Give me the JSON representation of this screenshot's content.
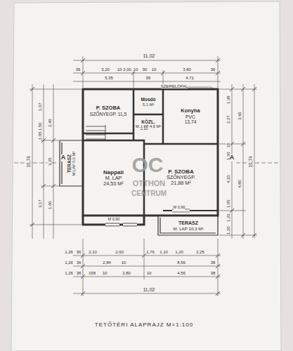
{
  "diagram": {
    "caption": "TETŐTÉRI ALAPRAJZ M=1:100",
    "nodes": [
      {
        "text": [
          "P. SZOBA",
          "SZŐNYEGP. 11,5"
        ]
      },
      {
        "text": [
          "Mosdó",
          "5,1 M²"
        ]
      },
      {
        "text": [
          "KÖZL.",
          "M. LAP 4,6 M²"
        ]
      },
      {
        "text": [
          "Konyha",
          "PVC",
          "13,74"
        ]
      },
      {
        "text": [
          "TERASZ",
          "M.LAP 5,0 M²"
        ]
      },
      {
        "text": [
          "Nappali",
          "M. LAP",
          "24,53 M²"
        ]
      },
      {
        "text": [
          "P. SZOBA",
          "SZŐNYEGP.",
          "21,88 M²"
        ]
      },
      {
        "text": [
          "TERASZ",
          "M. LAP 10,3 M²"
        ]
      }
    ],
    "labels": [
      "11,02",
      "36",
      "3,20",
      "10",
      "2,00",
      "10",
      "90",
      "10",
      "3,80",
      "36",
      "5,35",
      "95",
      "4,71",
      "SZERELŐFAL",
      "1,38",
      "2,27",
      "10",
      "1,36",
      "4,10",
      "1,05",
      "1,26",
      "1,20",
      "3,60",
      "4,80",
      "10,74",
      "10,74",
      "1,67",
      "1,50",
      "1,05",
      "3,25",
      "3,17",
      "2,40",
      "1,60",
      "1,26",
      "36",
      "2,10",
      "2,60",
      "1,76",
      "1,10",
      "1,20",
      "2,25",
      "1,26",
      "36",
      "2,84",
      "10",
      "8,56",
      "38",
      "1,26",
      "36",
      "158",
      "10",
      "2,80",
      "10",
      "4,56",
      "38",
      "11,02",
      "2,10",
      "M 0,90",
      "M 0,90",
      "A",
      "A",
      "OC",
      "OTTHON",
      "CENTRUM"
    ]
  }
}
